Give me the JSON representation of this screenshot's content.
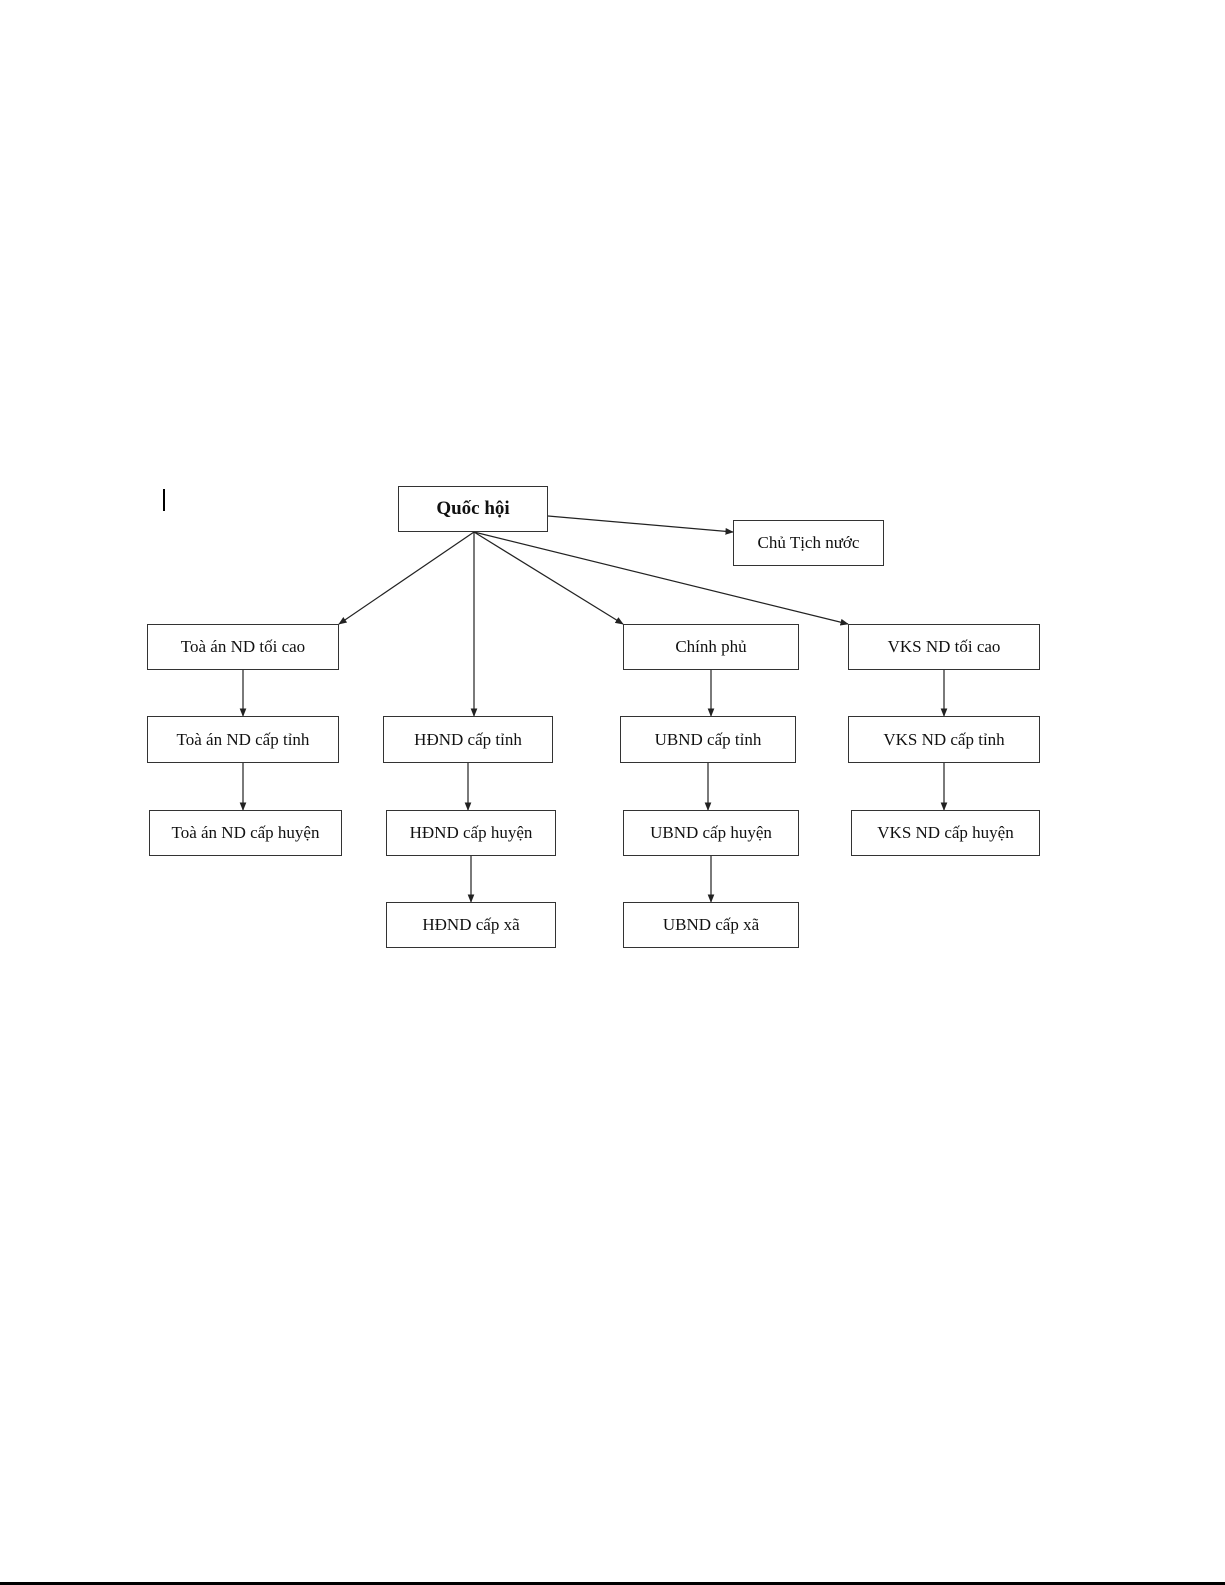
{
  "diagram": {
    "nodes": [
      {
        "id": "quoc-hoi",
        "label": "Quốc hội",
        "root": true
      },
      {
        "id": "chu-tich-nuoc",
        "label": "Chủ Tịch nước"
      },
      {
        "id": "toa-an-toi-cao",
        "label": "Toà án ND tối cao"
      },
      {
        "id": "chinh-phu",
        "label": "Chính phủ"
      },
      {
        "id": "vks-toi-cao",
        "label": "VKS ND tối cao"
      },
      {
        "id": "toa-an-cap-tinh",
        "label": "Toà án ND cấp tỉnh"
      },
      {
        "id": "hdnd-cap-tinh",
        "label": "HĐND cấp tỉnh"
      },
      {
        "id": "ubnd-cap-tinh",
        "label": "UBND cấp tỉnh"
      },
      {
        "id": "vks-cap-tinh",
        "label": "VKS ND cấp tỉnh"
      },
      {
        "id": "toa-an-cap-huyen",
        "label": "Toà án ND cấp huyện"
      },
      {
        "id": "hdnd-cap-huyen",
        "label": "HĐND cấp huyện"
      },
      {
        "id": "ubnd-cap-huyen",
        "label": "UBND cấp huyện"
      },
      {
        "id": "vks-cap-huyen",
        "label": "VKS ND cấp huyện"
      },
      {
        "id": "hdnd-cap-xa",
        "label": "HĐND cấp xã"
      },
      {
        "id": "ubnd-cap-xa",
        "label": "UBND cấp xã"
      }
    ],
    "edges": [
      {
        "from": "quoc-hoi",
        "to": "chu-tich-nuoc"
      },
      {
        "from": "quoc-hoi",
        "to": "toa-an-toi-cao"
      },
      {
        "from": "quoc-hoi",
        "to": "hdnd-cap-tinh"
      },
      {
        "from": "quoc-hoi",
        "to": "chinh-phu"
      },
      {
        "from": "quoc-hoi",
        "to": "vks-toi-cao"
      },
      {
        "from": "toa-an-toi-cao",
        "to": "toa-an-cap-tinh"
      },
      {
        "from": "toa-an-cap-tinh",
        "to": "toa-an-cap-huyen"
      },
      {
        "from": "hdnd-cap-tinh",
        "to": "hdnd-cap-huyen"
      },
      {
        "from": "hdnd-cap-huyen",
        "to": "hdnd-cap-xa"
      },
      {
        "from": "chinh-phu",
        "to": "ubnd-cap-tinh"
      },
      {
        "from": "ubnd-cap-tinh",
        "to": "ubnd-cap-huyen"
      },
      {
        "from": "ubnd-cap-huyen",
        "to": "ubnd-cap-xa"
      },
      {
        "from": "vks-toi-cao",
        "to": "vks-cap-tinh"
      },
      {
        "from": "vks-cap-tinh",
        "to": "vks-cap-huyen"
      }
    ]
  }
}
